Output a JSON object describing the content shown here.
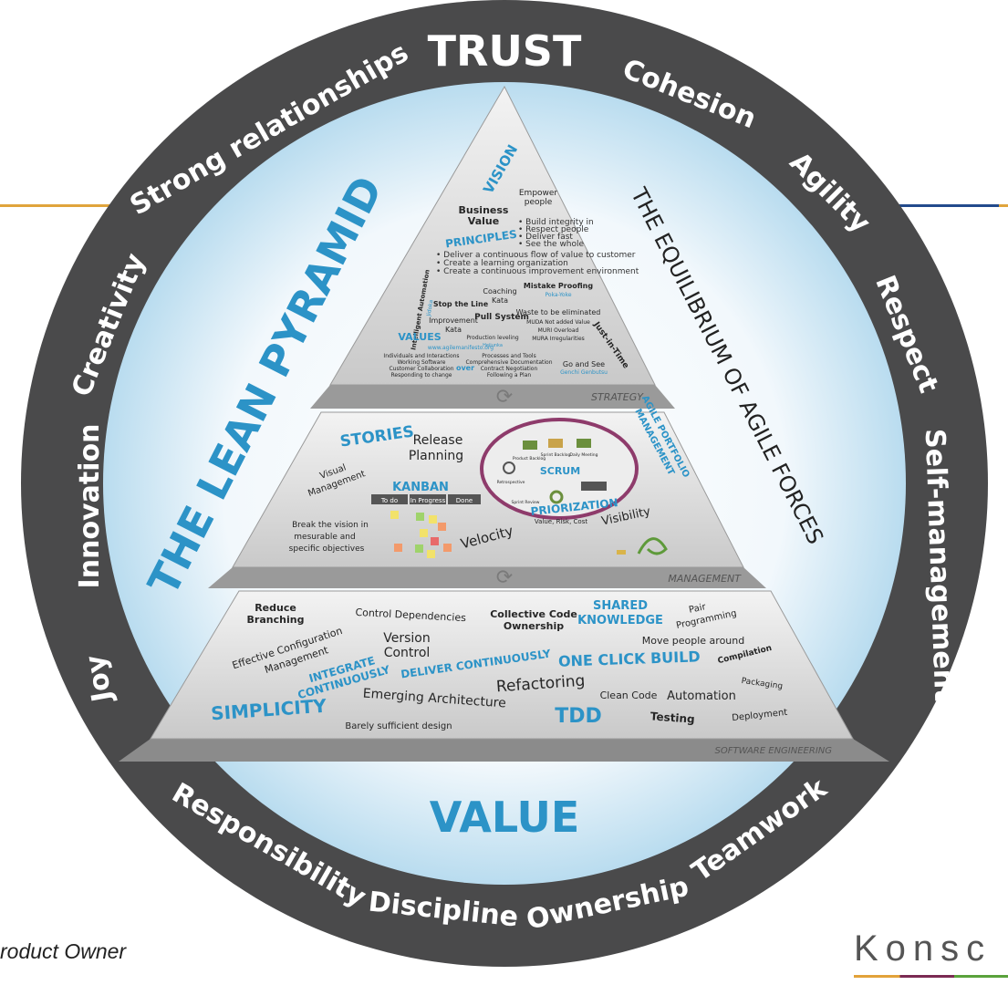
{
  "ring": {
    "top": "TRUST",
    "bottom": "VALUE",
    "words": {
      "strong_relationships": "Strong relationships",
      "cohesion": "Cohesion",
      "agility": "Agility",
      "respect": "Respect",
      "self_management": "Self-management",
      "teamwork": "Teamwork",
      "ownership": "Ownership",
      "discipline": "Discipline",
      "responsibility": "Responsibility",
      "joy": "Joy",
      "innovation": "Innovation",
      "creativity": "Creativity"
    }
  },
  "side_titles": {
    "left": "THE LEAN PYRAMID",
    "right": "THE EQUILIBRIUM OF AGILE FORCES"
  },
  "tiers": {
    "strategy": {
      "label": "STRATEGY",
      "vision": "VISION",
      "empower": [
        "Empower",
        "people"
      ],
      "business_value": [
        "Business",
        "Value"
      ],
      "principles": "PRINCIPLES",
      "principle_bullets": [
        "• Build integrity in",
        "• Respect people",
        "• Deliver fast",
        "• See the whole"
      ],
      "principle_lines": [
        "• Deliver a continuous flow of value to customer",
        "• Create a learning organization",
        "• Create a continuous improvement environment"
      ],
      "intelligent_automation": "Intelligent Automation",
      "jidoka": "Jidoka",
      "stop_the_line": "Stop the Line",
      "coaching_kata": [
        "Coaching",
        "Kata"
      ],
      "mistake_proofing": "Mistake Proofing",
      "poka_yoke": "Poka-Yoke",
      "improvement_kata": [
        "Improvement",
        "Kata"
      ],
      "pull_system": "Pull System",
      "waste": "Waste to be eliminated",
      "muda": "MUDA Not added Value",
      "muri": "MURI Overload",
      "mura": "MURA Irregularities",
      "production_leveling": "Production leveling",
      "heijunka": "Heijunka",
      "just_in_time": "Just-in-Time",
      "values": "VALUES",
      "manifesto_url": "www.agilemanifesto.org",
      "values_left": [
        "Individuals and Interactions",
        "Working Software",
        "Customer Collaboration",
        "Responding to change"
      ],
      "over": "over",
      "values_right": [
        "Processes and Tools",
        "Comprehensive Documentation",
        "Contract Negotiation",
        "Following a Plan"
      ],
      "go_and_see": "Go and See",
      "genchi_genbutsu": "Genchi Genbutsu"
    },
    "management": {
      "label": "MANAGEMENT",
      "stories": "STORIES",
      "release_planning": [
        "Release",
        "Planning"
      ],
      "visual_management": [
        "Visual",
        "Management"
      ],
      "kanban": "KANBAN",
      "kanban_cols": [
        "To do",
        "In Progress",
        "Done"
      ],
      "break_vision": [
        "Break the vision in",
        "mesurable and",
        "specific objectives"
      ],
      "velocity": "Velocity",
      "scrum": "SCRUM",
      "priorization": "PRIORIZATION",
      "priorization_sub": "Value, Risk, Cost",
      "visibility": "Visibility",
      "agile_portfolio": [
        "AGILE PORTFOLIO",
        "MANAGEMENT"
      ],
      "scrum_nodes": [
        "Product Backlog",
        "Sprint Backlog",
        "Daily Meeting",
        "Retrospective",
        "Sprint Review"
      ]
    },
    "engineering": {
      "label": "SOFTWARE ENGINEERING",
      "reduce_branching": [
        "Reduce",
        "Branching"
      ],
      "control_dependencies": "Control Dependencies",
      "collective_code": [
        "Collective Code",
        "Ownership"
      ],
      "shared_knowledge": [
        "SHARED",
        "KNOWLEDGE"
      ],
      "pair_programming": [
        "Pair",
        "Programming"
      ],
      "effective_config": [
        "Effective Configuration",
        "Management"
      ],
      "version_control": [
        "Version",
        "Control"
      ],
      "move_people": "Move people around",
      "integrate": [
        "INTEGRATE",
        "CONTINUOUSLY"
      ],
      "deliver": "DELIVER CONTINUOUSLY",
      "one_click": "ONE CLICK BUILD",
      "compilation": "Compilation",
      "refactoring": "Refactoring",
      "packaging": "Packaging",
      "emerging": "Emerging Architecture",
      "clean_code": "Clean Code",
      "automation": "Automation",
      "simplicity": "SIMPLICITY",
      "tdd": "TDD",
      "testing": "Testing",
      "deployment": "Deployment",
      "barely": "Barely sufficient design"
    }
  },
  "footer": {
    "left_text": "roduct Owner",
    "logo": "Konsc"
  },
  "colors": {
    "ring": "#4a4a4b",
    "accent_blue": "#2c93c7",
    "scrum_circle": "#8e3b6b",
    "pyramid_face": "#dcdcdc"
  }
}
